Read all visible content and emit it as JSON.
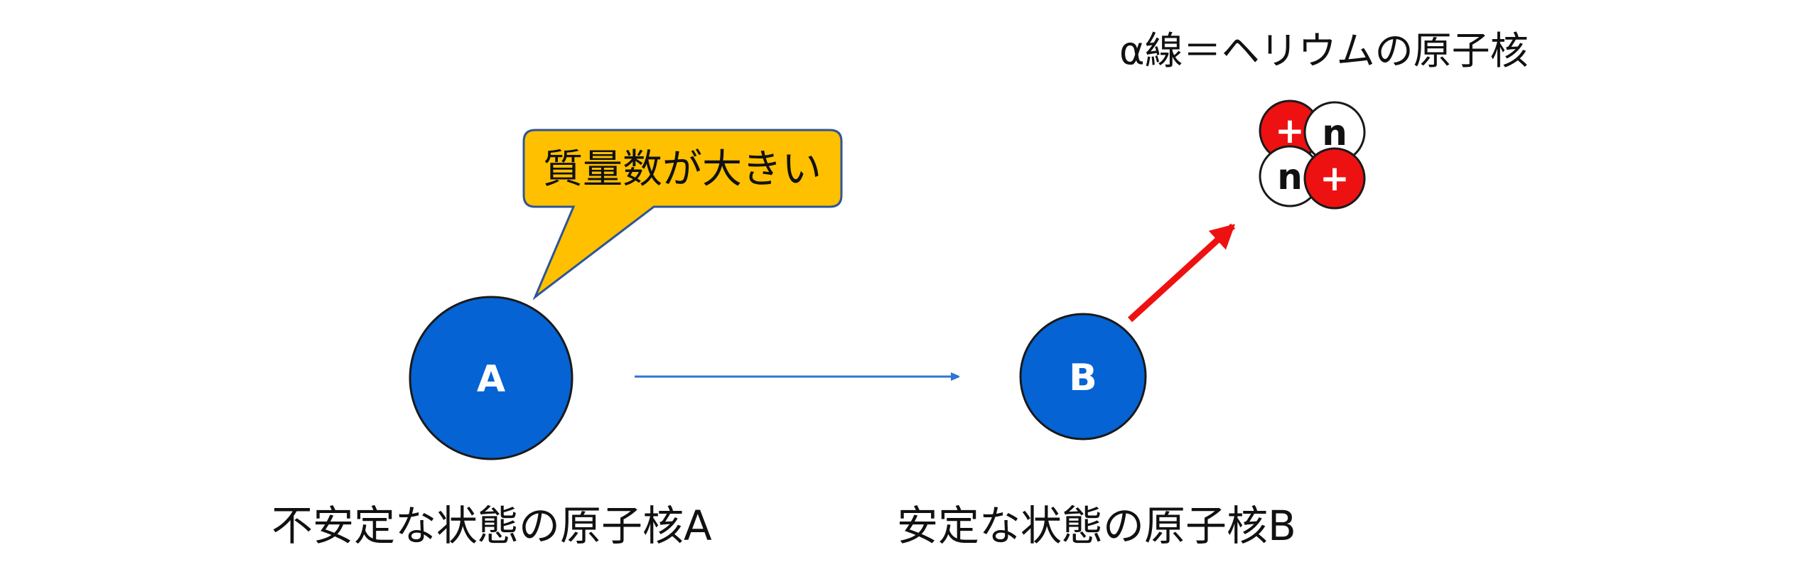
{
  "alpha_label": "α線＝ヘリウムの原子核",
  "speech_bubble": "質量数が大きい",
  "nucleus_a": {
    "label": "A",
    "caption": "不安定な状態の原子核A"
  },
  "nucleus_b": {
    "label": "B",
    "caption": "安定な状態の原子核B"
  },
  "alpha_particle": {
    "proton_symbol": "+",
    "neutron_symbol": "n"
  },
  "colors": {
    "nucleus": "#0563d4",
    "proton": "#ee1111",
    "bubble": "#ffc000",
    "bubble_border": "#2f5597",
    "transition_arrow": "#2e75d6",
    "emission_arrow": "#ee1111"
  }
}
